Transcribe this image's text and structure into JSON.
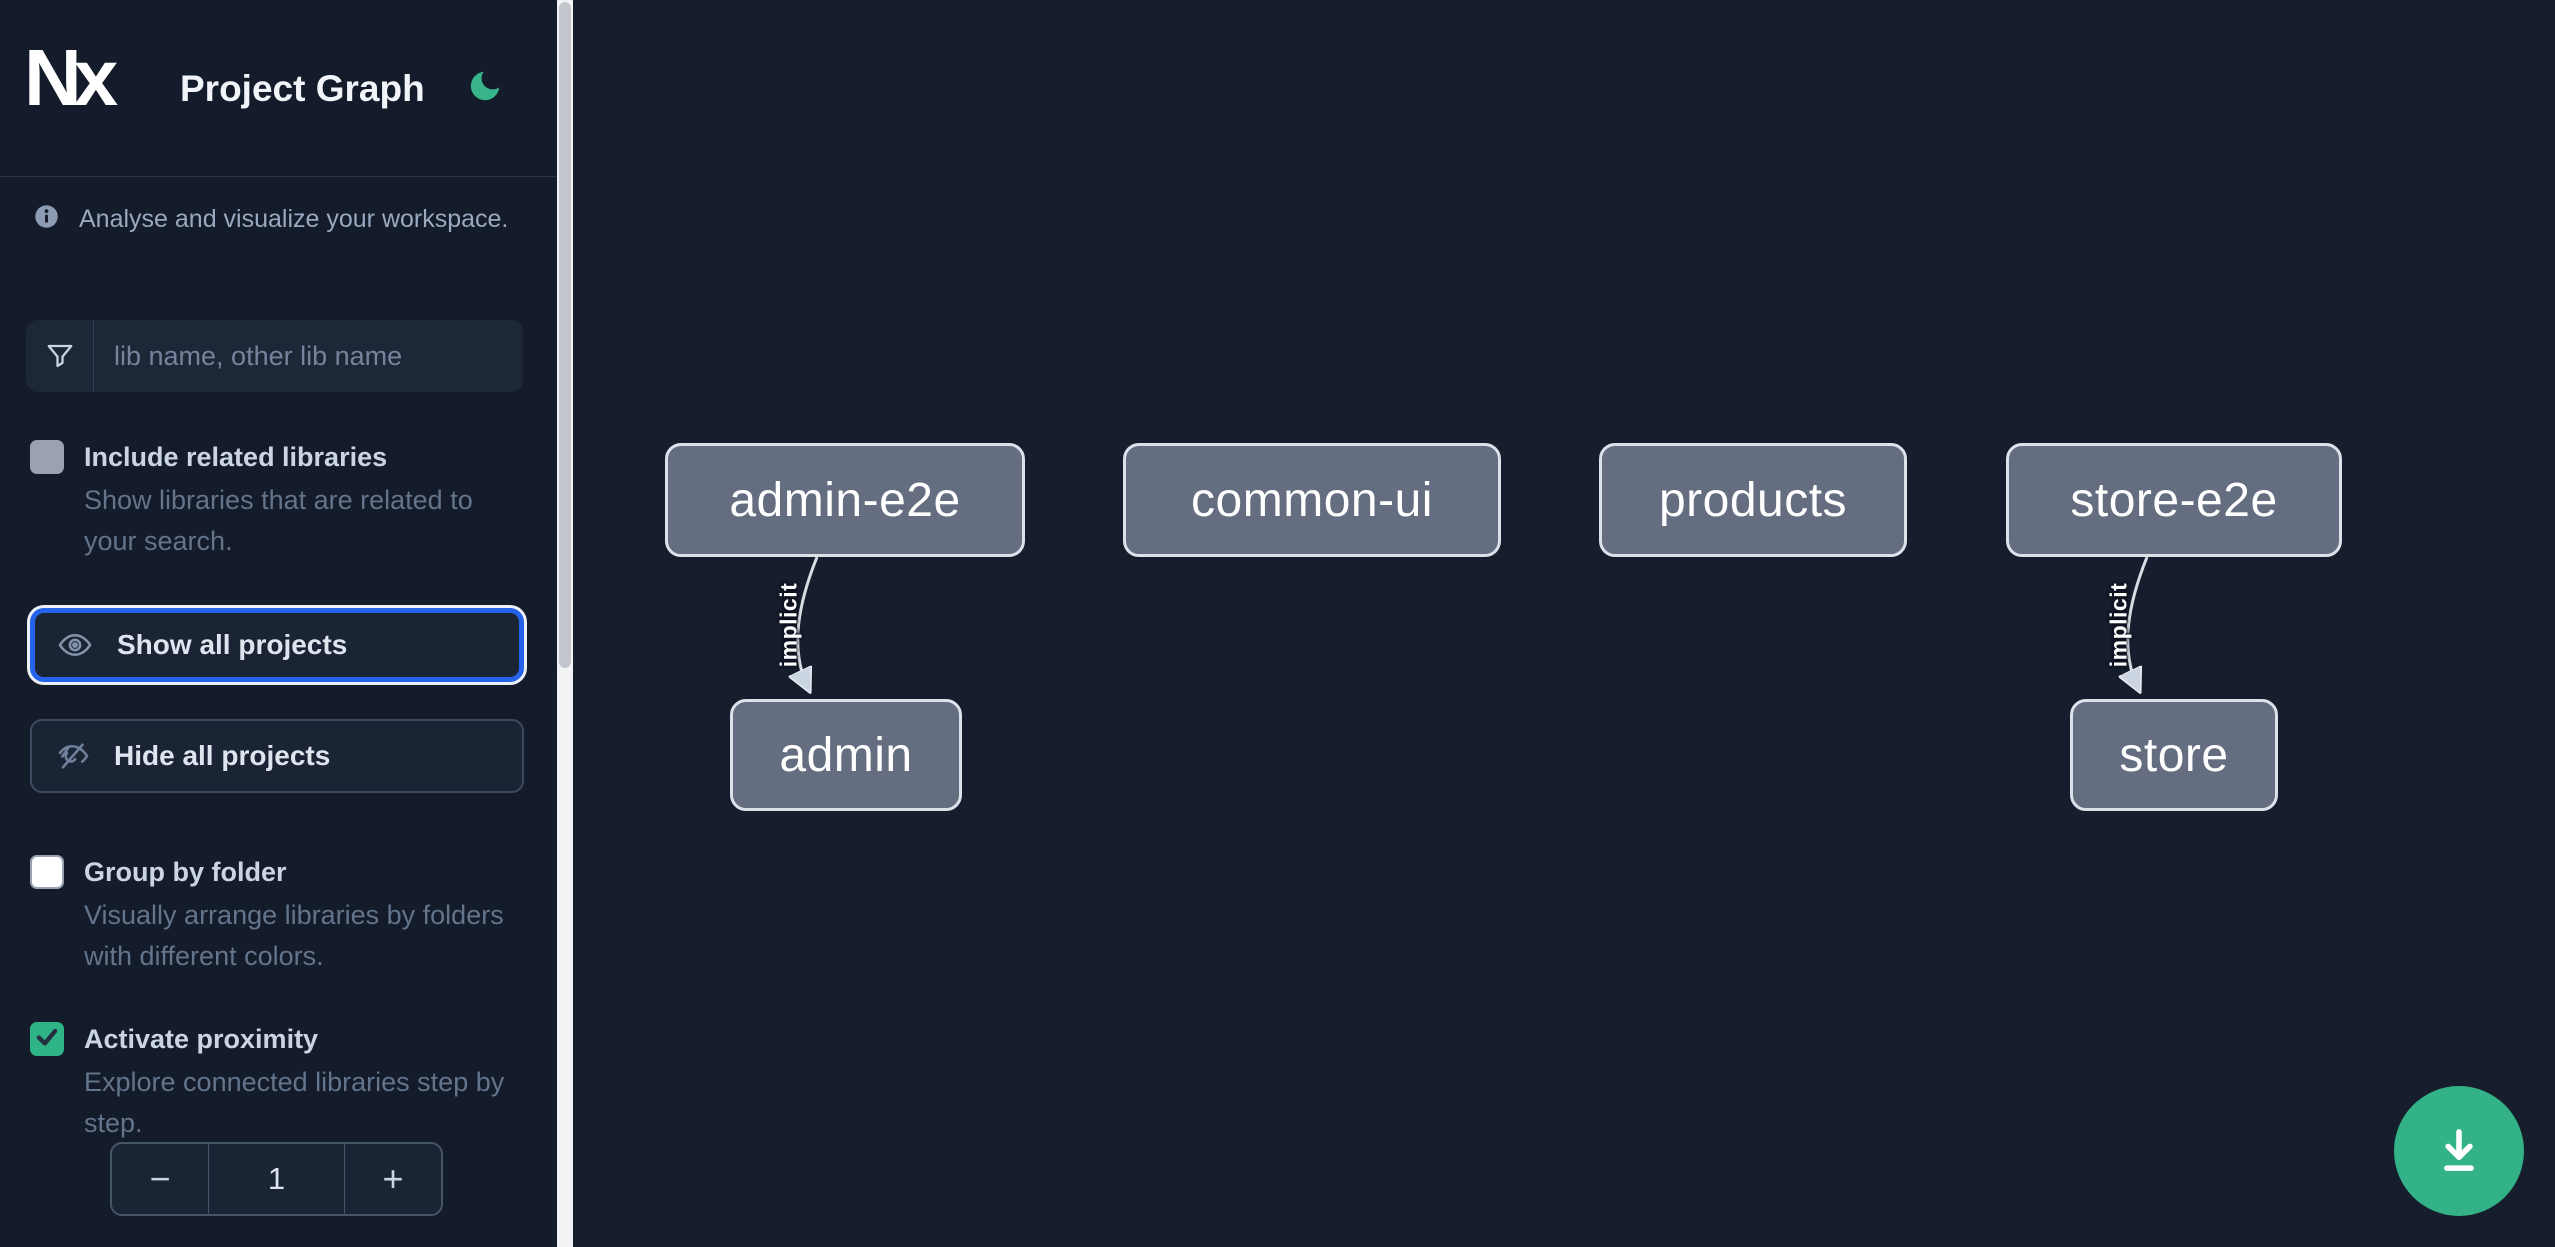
{
  "header": {
    "logo_text": "Nx",
    "title": "Project Graph",
    "theme_icon": "moon-icon"
  },
  "intro": {
    "icon": "info-icon",
    "text": "Analyse and visualize your workspace."
  },
  "search": {
    "icon": "filter-funnel-icon",
    "placeholder": "lib name, other lib name",
    "value": ""
  },
  "options": {
    "include_related": {
      "label": "Include related libraries",
      "description": "Show libraries that are related to your search.",
      "checked": false,
      "disabled": true
    },
    "group_by_folder": {
      "label": "Group by folder",
      "description": "Visually arrange libraries by folders with different colors.",
      "checked": false
    },
    "activate_proximity": {
      "label": "Activate proximity",
      "description": "Explore connected libraries step by step.",
      "checked": true
    }
  },
  "actions": {
    "show_all": {
      "label": "Show all projects",
      "icon": "eye-icon",
      "focused": true
    },
    "hide_all": {
      "label": "Hide all projects",
      "icon": "eye-off-icon",
      "focused": false
    }
  },
  "stepper": {
    "decrement": "−",
    "value": "1",
    "increment": "+"
  },
  "graph": {
    "nodes": [
      {
        "id": "admin-e2e",
        "label": "admin-e2e"
      },
      {
        "id": "common-ui",
        "label": "common-ui"
      },
      {
        "id": "products",
        "label": "products"
      },
      {
        "id": "store-e2e",
        "label": "store-e2e"
      },
      {
        "id": "admin",
        "label": "admin"
      },
      {
        "id": "store",
        "label": "store"
      }
    ],
    "edges": [
      {
        "source": "admin-e2e",
        "target": "admin",
        "label": "implicit",
        "type": "implicit"
      },
      {
        "source": "store-e2e",
        "target": "store",
        "label": "implicit",
        "type": "implicit"
      }
    ]
  },
  "fab": {
    "icon": "download-icon"
  },
  "colors": {
    "sidebar_bg": "#141b2a",
    "canvas_bg": "#161d2d",
    "accent_green": "#32b286",
    "focus_blue": "#2563eb",
    "node_fill": "#646e80",
    "node_border": "#dce2ea",
    "checkbox_checked_green": "#2eb487",
    "edge_stroke": "#d9dee5"
  }
}
